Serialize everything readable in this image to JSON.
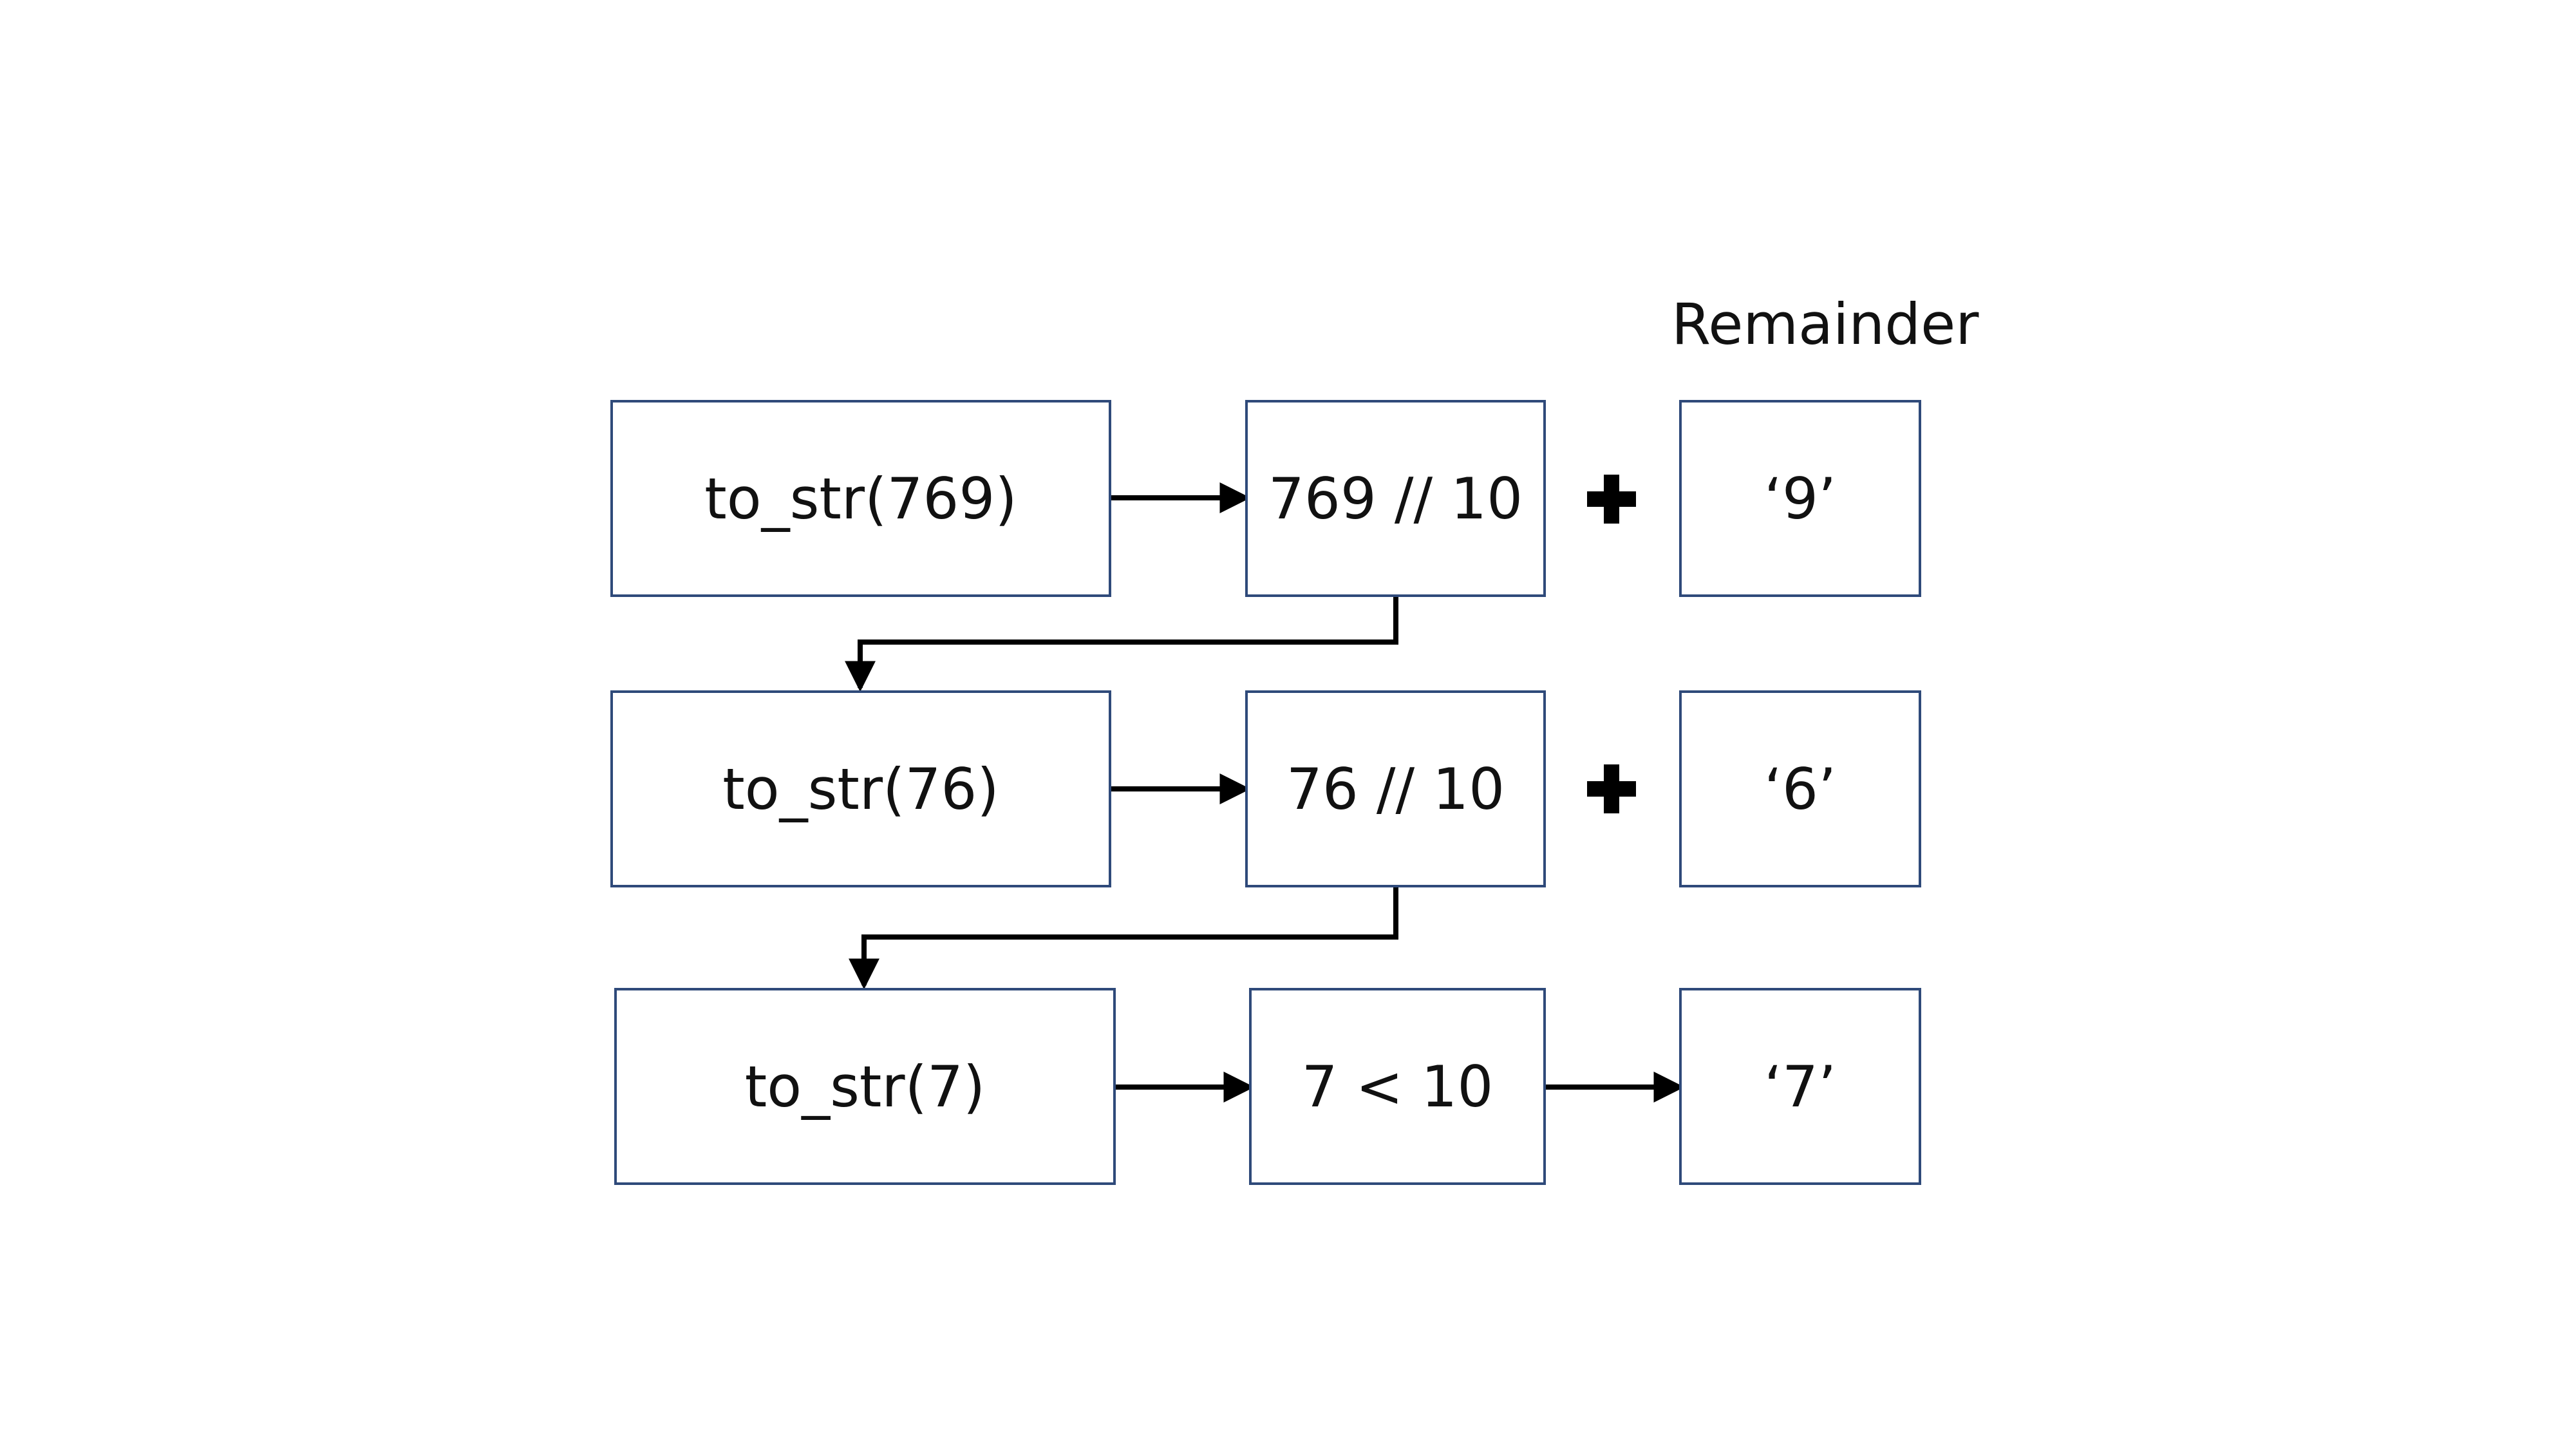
{
  "diagram": {
    "heading": "Remainder",
    "rows": [
      {
        "call": "to_str(769)",
        "operation": "769 // 10",
        "remainder": "‘9’"
      },
      {
        "call": "to_str(76)",
        "operation": "76 // 10",
        "remainder": "‘6’"
      },
      {
        "call": "to_str(7)",
        "operation": "7 < 10",
        "remainder": "‘7’"
      }
    ],
    "colors": {
      "box_border": "#2f4a7a",
      "arrow": "#000000",
      "text": "#111111"
    }
  }
}
